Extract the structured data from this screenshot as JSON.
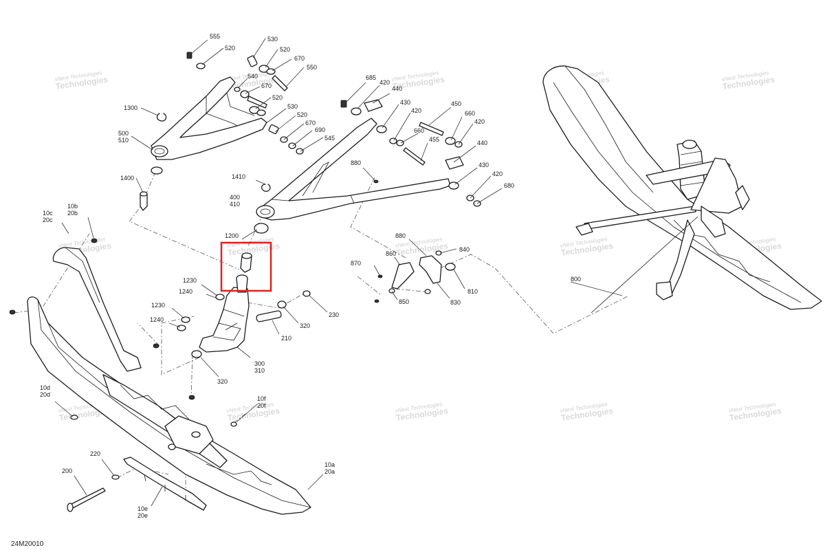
{
  "watermark": {
    "line1": "vNext Technologies",
    "line2": "Technologies"
  },
  "reference_code": "24M20010",
  "callouts": {
    "c555": "555",
    "c520a": "520",
    "c530a": "530",
    "c520b": "520",
    "c670a": "670",
    "c550": "550",
    "c540": "540",
    "c670b": "670",
    "c520c": "520",
    "c530b": "530",
    "c520d": "520",
    "c670c": "670",
    "c690": "690",
    "c545": "545",
    "c1300": "1300",
    "c500": "500",
    "c510": "510",
    "c1400": "1400",
    "c685": "685",
    "c420a": "420",
    "c440a": "440",
    "c430a": "430",
    "c420b": "420",
    "c450": "450",
    "c660a": "660",
    "c660b": "660",
    "c420c": "420",
    "c455": "455",
    "c440b": "440",
    "c880a": "880",
    "c430b": "430",
    "c420d": "420",
    "c680": "680",
    "c1410": "1410",
    "c400": "400",
    "c410": "410",
    "c1200": "1200",
    "c10c": "10c",
    "c20c": "20c",
    "c10b": "10b",
    "c20b": "20b",
    "c1230a": "1230",
    "c1240a": "1240",
    "c1230b": "1230",
    "c1240b": "1240",
    "c880b": "880",
    "c860": "860",
    "c840": "840",
    "c870": "870",
    "c810": "810",
    "c850": "850",
    "c830": "830",
    "c230": "230",
    "c320a": "320",
    "c210": "210",
    "c300": "300",
    "c310": "310",
    "c320b": "320",
    "c800": "800",
    "c10d": "10d",
    "c20d": "20d",
    "c10f": "10f",
    "c20f": "20f",
    "c220": "220",
    "c200": "200",
    "c10a": "10a",
    "c20a": "20a",
    "c10e": "10e",
    "c20e": "20e"
  }
}
